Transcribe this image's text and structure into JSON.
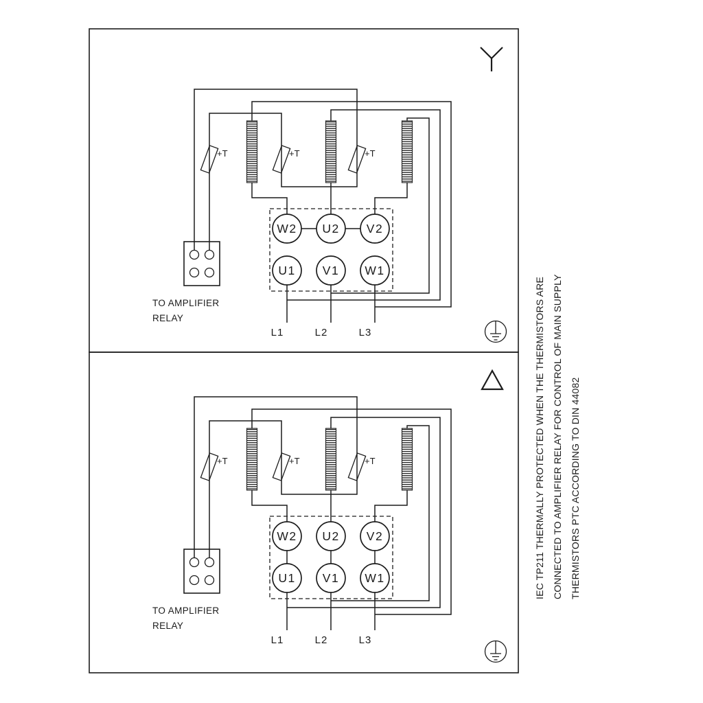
{
  "colors": {
    "ink": "#1c1c1c",
    "background": "#ffffff"
  },
  "panels": [
    {
      "connection_symbol": "star-connection-symbol",
      "terminals_top": [
        "W2",
        "U2",
        "V2"
      ],
      "terminals_bottom": [
        "U1",
        "V1",
        "W1"
      ],
      "supply_lines": [
        "L1",
        "L2",
        "L3"
      ],
      "thermistor_label": "+T",
      "relay_caption_line1": "TO AMPLIFIER",
      "relay_caption_line2": "RELAY",
      "ground_symbol": "earth-ground-symbol"
    },
    {
      "connection_symbol": "delta-connection-symbol",
      "terminals_top": [
        "W2",
        "U2",
        "V2"
      ],
      "terminals_bottom": [
        "U1",
        "V1",
        "W1"
      ],
      "supply_lines": [
        "L1",
        "L2",
        "L3"
      ],
      "thermistor_label": "+T",
      "relay_caption_line1": "TO AMPLIFIER",
      "relay_caption_line2": "RELAY",
      "ground_symbol": "earth-ground-symbol"
    }
  ],
  "sidebar": {
    "lines": [
      "IEC TP211 THERMALLY PROTECTED WHEN THE THERMISTORS ARE",
      "CONNECTED TO AMPLIFIER RELAY FOR CONTROL OF MAIN SUPPLY",
      "THERMISTORS PTC ACCORDING TO DIN 44082"
    ]
  }
}
